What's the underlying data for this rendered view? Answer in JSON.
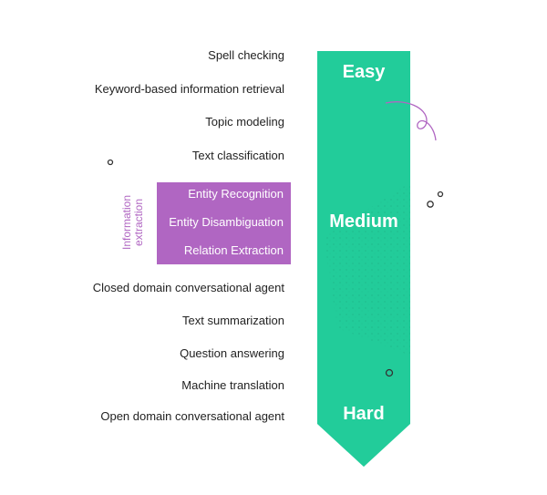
{
  "colors": {
    "arrow": "#22cc9a",
    "arrow_dark": "#1fb98a",
    "info_box": "#b066c2",
    "text": "#222222",
    "decoration_curl": "#b066c2"
  },
  "difficulty_levels": {
    "easy": "Easy",
    "medium": "Medium",
    "hard": "Hard"
  },
  "tasks_top": [
    "Spell checking",
    "Keyword-based information retrieval",
    "Topic modeling",
    "Text classification"
  ],
  "information_extraction": {
    "group_label_line1": "Information",
    "group_label_line2": "extraction",
    "items": [
      "Entity Recognition",
      "Entity Disambiguation",
      "Relation Extraction"
    ]
  },
  "tasks_bottom": [
    "Closed domain conversational agent",
    "Text summarization",
    "Question answering",
    "Machine translation",
    "Open domain conversational agent"
  ]
}
